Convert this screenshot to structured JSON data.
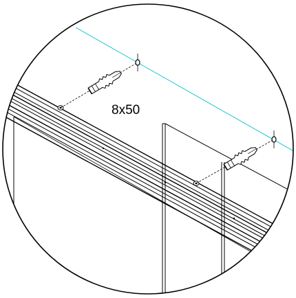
{
  "diagram": {
    "fixing_label": "8x50",
    "colors": {
      "line": "#000000",
      "guide": "#19c8d2",
      "background": "#ffffff"
    },
    "items": [
      {
        "id": "wall-plug-left",
        "icon": "wall-plug-icon"
      },
      {
        "id": "wall-plug-right",
        "icon": "wall-plug-icon"
      },
      {
        "id": "drill-mark-left",
        "icon": "drill-hole-icon"
      },
      {
        "id": "drill-mark-right",
        "icon": "drill-hole-icon"
      }
    ]
  }
}
